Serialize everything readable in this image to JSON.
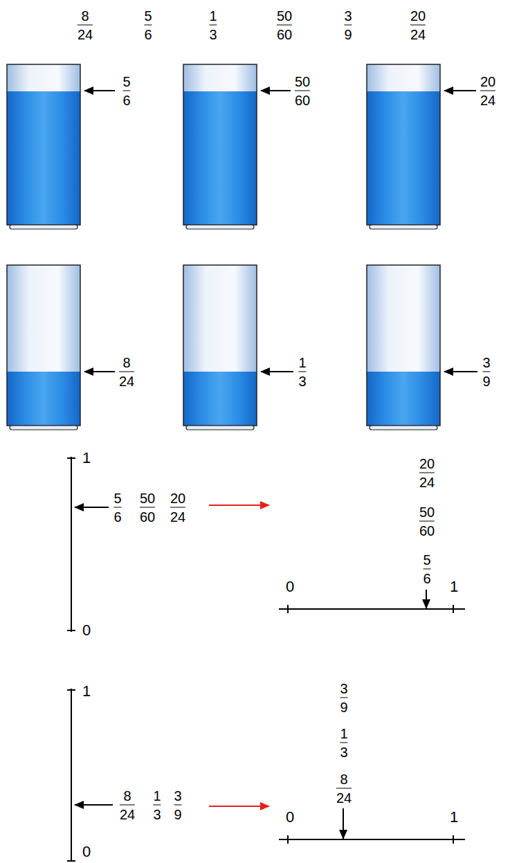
{
  "diagram": {
    "labels": [
      "8",
      "24",
      "5",
      "6",
      "1",
      "3",
      "50",
      "60",
      "3",
      "9",
      "20",
      "24",
      "5",
      "6",
      "50",
      "60",
      "20",
      "24",
      "8",
      "24",
      "1",
      "3",
      "3",
      "9",
      "1",
      "0",
      "5",
      "6",
      "50",
      "60",
      "20",
      "24",
      "20",
      "24",
      "50",
      "60",
      "5",
      "6",
      "0",
      "1",
      "1",
      "0",
      "8",
      "24",
      "1",
      "3",
      "3",
      "9",
      "3",
      "9",
      "1",
      "3",
      "8",
      "24",
      "0",
      "1"
    ]
  }
}
